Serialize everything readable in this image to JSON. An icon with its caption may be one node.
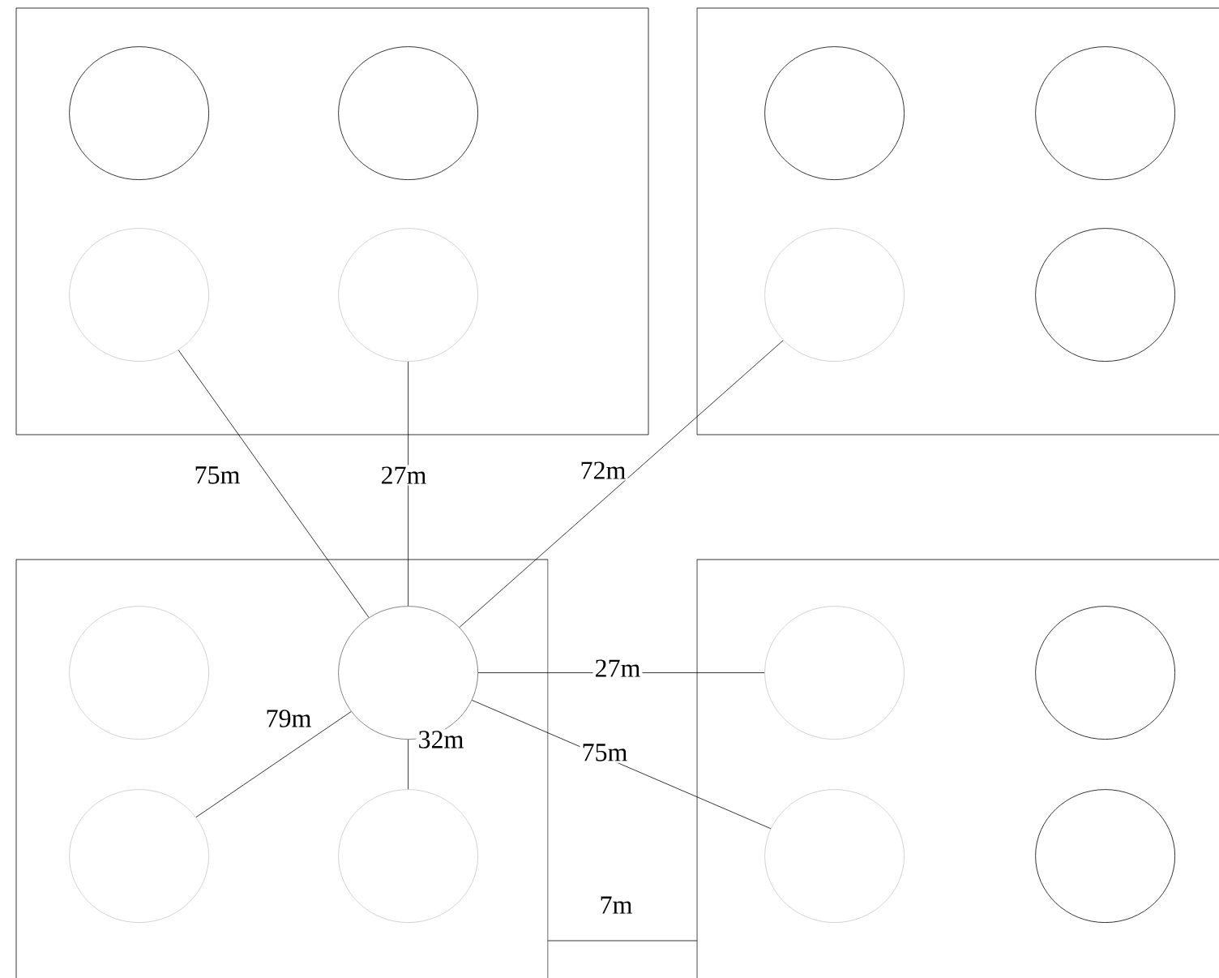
{
  "diagram": {
    "nodes": [
      {
        "text": [],
        "shape": "box"
      },
      {
        "text": [],
        "shape": "circle",
        "in": 0
      },
      {
        "text": [],
        "shape": "circle",
        "in": 0
      },
      {
        "text": [],
        "shape": "circle",
        "in": 0
      },
      {
        "text": [],
        "shape": "circle",
        "in": 0
      },
      {
        "text": [],
        "shape": "box"
      },
      {
        "text": [],
        "shape": "circle",
        "in": 5
      },
      {
        "text": [],
        "shape": "circle",
        "in": 5
      },
      {
        "text": [],
        "shape": "circle",
        "in": 5
      },
      {
        "text": [],
        "shape": "circle",
        "in": 5
      },
      {
        "text": [],
        "shape": "box"
      },
      {
        "text": [],
        "shape": "circle",
        "in": 10
      },
      {
        "text": [],
        "shape": "circle",
        "in": 10
      },
      {
        "text": [],
        "shape": "circle",
        "in": 10
      },
      {
        "text": [],
        "shape": "circle",
        "in": 10
      },
      {
        "text": [],
        "shape": "box"
      },
      {
        "text": [],
        "shape": "circle",
        "in": 15
      },
      {
        "text": [],
        "shape": "circle",
        "in": 15
      },
      {
        "text": [],
        "shape": "circle",
        "in": 15
      },
      {
        "text": [],
        "shape": "circle",
        "in": 15
      }
    ],
    "edges": [
      {
        "from": 12,
        "to": 3,
        "arrow": "none",
        "label": "75m"
      },
      {
        "from": 12,
        "to": 4,
        "arrow": "none",
        "label": "27m"
      },
      {
        "from": 12,
        "to": 8,
        "arrow": "none",
        "label": "72m"
      },
      {
        "from": 12,
        "to": 16,
        "arrow": "none",
        "label": "27m"
      },
      {
        "from": 12,
        "to": 13,
        "arrow": "none",
        "label": "79m"
      },
      {
        "from": 12,
        "to": 14,
        "arrow": "none",
        "label": "32m"
      },
      {
        "from": 12,
        "to": 18,
        "arrow": "none",
        "label": "75m"
      }
    ],
    "labels": [
      "7m"
    ]
  }
}
